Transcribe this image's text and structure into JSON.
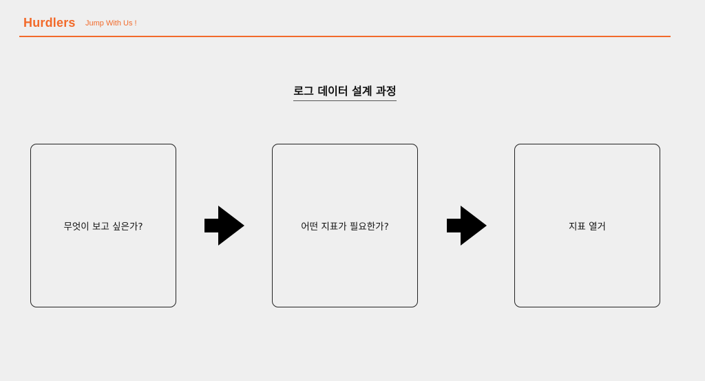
{
  "header": {
    "brand": "Hurdlers",
    "tagline": "Jump With Us !"
  },
  "title": "로그 데이터 설계 과정",
  "steps": [
    {
      "label": "무엇이 보고 싶은가?"
    },
    {
      "label": "어떤 지표가 필요한가?"
    },
    {
      "label": "지표 열거"
    }
  ],
  "icons": {
    "arrow": "arrow-right-icon"
  },
  "colors": {
    "accent": "#f26a2a",
    "background": "#efefef",
    "text": "#111111"
  }
}
